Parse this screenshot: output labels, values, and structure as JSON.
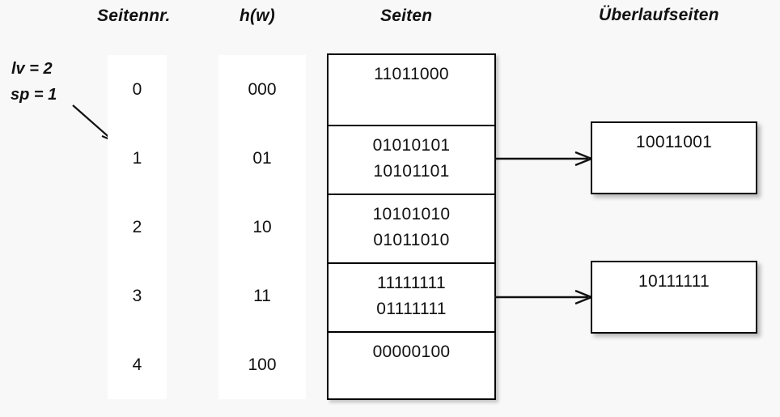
{
  "headers": {
    "seitennr": "Seitennr.",
    "hw": "h(w)",
    "seiten": "Seiten",
    "ueberlaufseiten": "Überlaufseiten"
  },
  "annotations": {
    "lv": "lv = 2",
    "sp": "sp = 1",
    "arrow_icon": "diagonal-arrow-down-right"
  },
  "colors": {
    "background": "#f8f8f8",
    "panel": "#ffffff",
    "stroke": "#000000",
    "text": "#111111"
  },
  "index_table": {
    "page_numbers": [
      "0",
      "1",
      "2",
      "3",
      "4"
    ],
    "hash_values": [
      "000",
      "01",
      "10",
      "11",
      "100"
    ]
  },
  "pages": [
    {
      "page_no": "0",
      "entries": [
        "11011000"
      ]
    },
    {
      "page_no": "1",
      "entries": [
        "01010101",
        "10101101"
      ]
    },
    {
      "page_no": "2",
      "entries": [
        "10101010",
        "01011010"
      ]
    },
    {
      "page_no": "3",
      "entries": [
        "11111111",
        "01111111"
      ]
    },
    {
      "page_no": "4",
      "entries": [
        "00000100"
      ]
    }
  ],
  "overflow_pages": [
    {
      "from_page": "1",
      "entries": [
        "10011001"
      ]
    },
    {
      "from_page": "3",
      "entries": [
        "10111111"
      ]
    }
  ],
  "connectors": [
    {
      "from": "page-row-1",
      "to": "overflow-0",
      "icon": "arrow-right"
    },
    {
      "from": "page-row-3",
      "to": "overflow-1",
      "icon": "arrow-right"
    }
  ]
}
